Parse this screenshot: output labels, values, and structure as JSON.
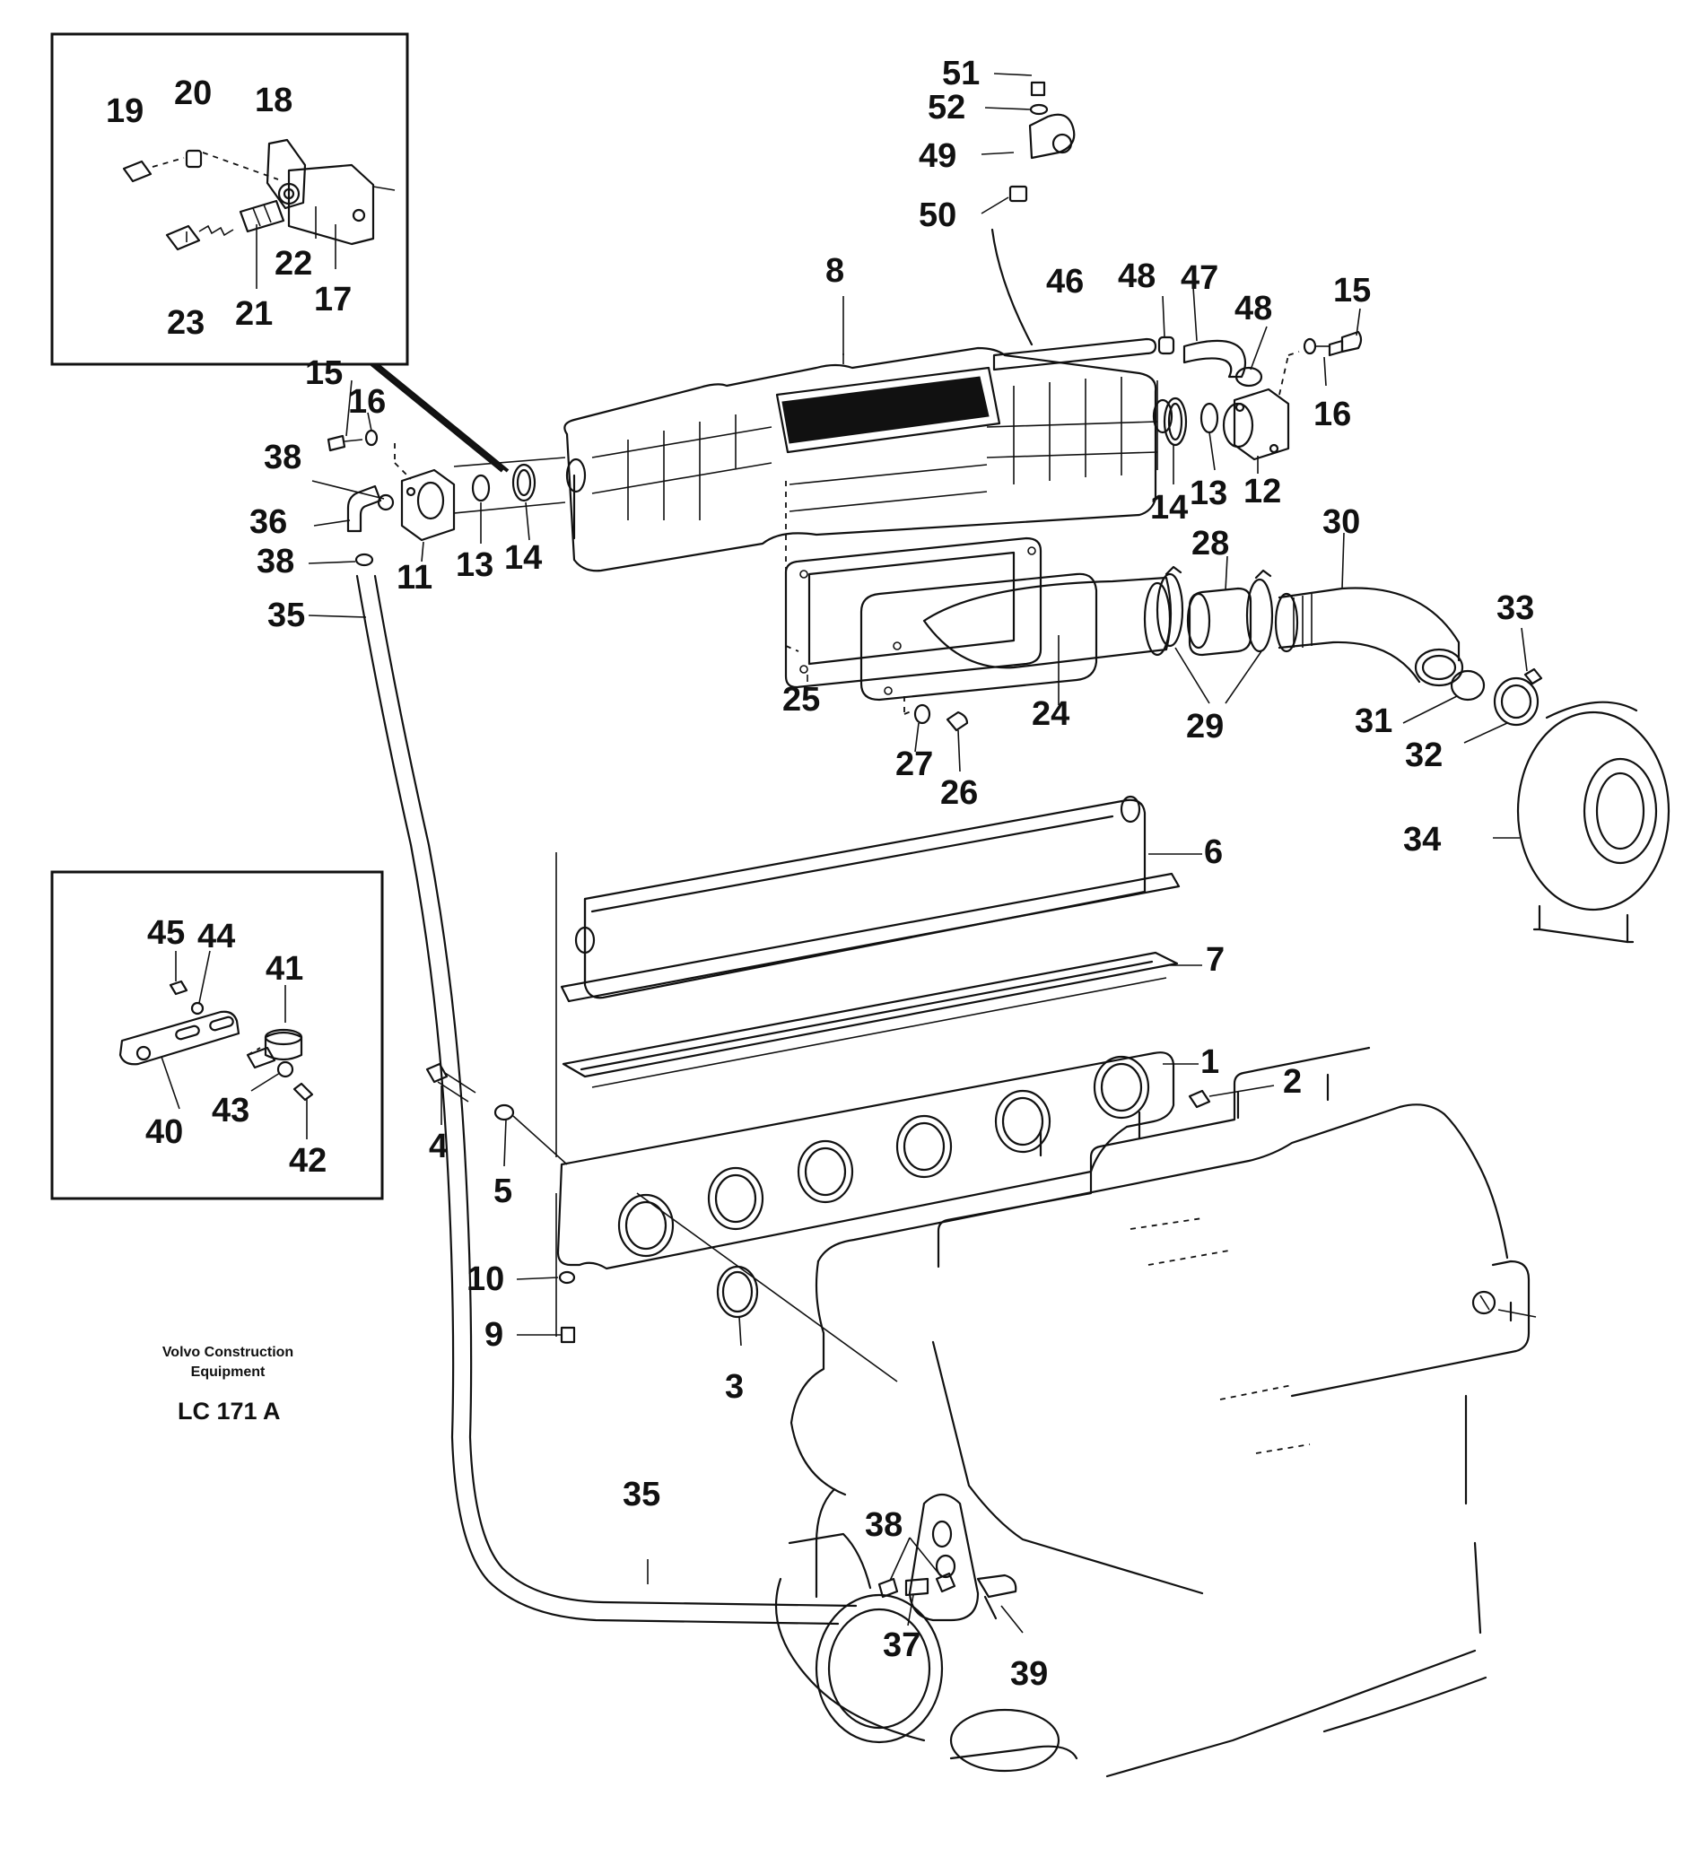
{
  "labels": {
    "l1": "1",
    "l2": "2",
    "l3": "3",
    "l4": "4",
    "l5": "5",
    "l6": "6",
    "l7": "7",
    "l8": "8",
    "l9": "9",
    "l10": "10",
    "l11": "11",
    "l12": "12",
    "l13a": "13",
    "l13b": "13",
    "l14a": "14",
    "l14b": "14",
    "l15a": "15",
    "l15b": "15",
    "l16a": "16",
    "l16b": "16",
    "l17": "17",
    "l18": "18",
    "l19": "19",
    "l20": "20",
    "l21": "21",
    "l22": "22",
    "l23": "23",
    "l24": "24",
    "l25": "25",
    "l26": "26",
    "l27": "27",
    "l28": "28",
    "l29": "29",
    "l30": "30",
    "l31": "31",
    "l32": "32",
    "l33": "33",
    "l34": "34",
    "l35a": "35",
    "l35b": "35",
    "l36": "36",
    "l37": "37",
    "l38a": "38",
    "l38b": "38",
    "l38c": "38",
    "l39": "39",
    "l40": "40",
    "l41": "41",
    "l42": "42",
    "l43": "43",
    "l44": "44",
    "l45": "45",
    "l46": "46",
    "l47": "47",
    "l48a": "48",
    "l48b": "48",
    "l49": "49",
    "l50": "50",
    "l51": "51",
    "l52": "52"
  },
  "footer": {
    "brand_line1": "Volvo Construction",
    "brand_line2": "Equipment",
    "drawing_code": "LC 171  A"
  }
}
